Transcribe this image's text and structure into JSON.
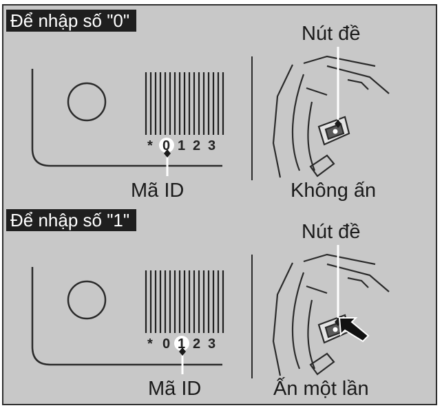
{
  "panels": [
    {
      "tag": "Để nhập số \"0\"",
      "code_scale": [
        "*",
        "0",
        "1",
        "2",
        "3"
      ],
      "highlight_digit": "0",
      "id_label": "Mã ID",
      "button_label": "Nút đề",
      "action_label": "Không ấn",
      "arrow_shown": false
    },
    {
      "tag": "Để nhập số \"1\"",
      "code_scale": [
        "*",
        "0",
        "1",
        "2",
        "3"
      ],
      "highlight_digit": "1",
      "id_label": "Mã ID",
      "button_label": "Nút đề",
      "action_label": "Ấn một lần",
      "arrow_shown": true
    }
  ]
}
